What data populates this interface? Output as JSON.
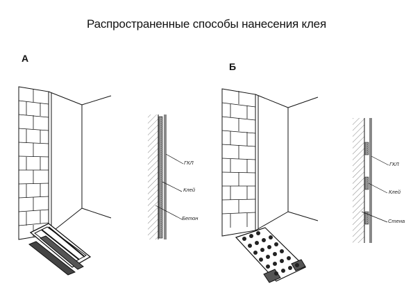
{
  "title": "Распространенные способы нанесения клея",
  "panels": [
    {
      "label": "А",
      "labels": [
        "ГКЛ",
        "Клей",
        "Бетон"
      ]
    },
    {
      "label": "Б",
      "labels": [
        "ГКЛ",
        "Клей",
        "Стена"
      ]
    }
  ]
}
